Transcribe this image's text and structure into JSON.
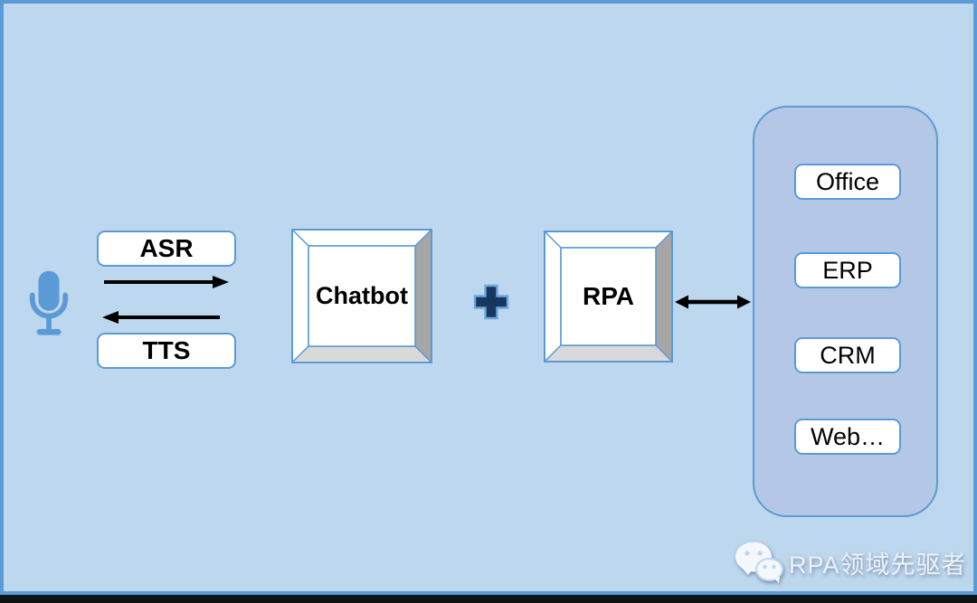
{
  "diagram": {
    "voice_input": {
      "icon": "microphone-icon"
    },
    "asr_label": "ASR",
    "tts_label": "TTS",
    "chatbot_label": "Chatbot",
    "plus_symbol": "+",
    "rpa_label": "RPA",
    "apps": [
      {
        "label": "Office"
      },
      {
        "label": "ERP"
      },
      {
        "label": "CRM"
      },
      {
        "label": "Web…"
      }
    ],
    "arrows": [
      {
        "name": "mic-to-asr",
        "direction": "right"
      },
      {
        "name": "tts-to-mic",
        "direction": "left"
      },
      {
        "name": "rpa-to-apps",
        "direction": "both"
      }
    ]
  },
  "watermark": {
    "icon": "wechat-icon",
    "text": "RPA领域先驱者"
  },
  "colors": {
    "background": "#bdd7ee",
    "frame_border": "#5b9bd5",
    "panel_fill": "#b4c7e7",
    "box_fill": "#ffffff",
    "box_border": "#5b9bd5",
    "text": "#000000",
    "plus_fill": "#17375e",
    "bevel_side_right": "#a6a6a6",
    "bevel_side_bottom": "#d9d9d9",
    "mic_fill": "#5b9bd5",
    "arrow": "#000000",
    "bottom_bar": "#101114",
    "watermark_text": "#eef3fa"
  }
}
